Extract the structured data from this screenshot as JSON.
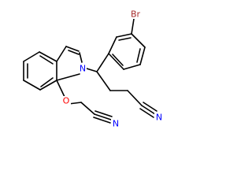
{
  "molecule": {
    "atom_labels": {
      "bromine": "Br",
      "indole_nitrogen": "N",
      "ether_oxygen": "O",
      "chain_nitrile_nitrogen": "N",
      "cyanomethyl_nitrile_nitrogen": "N"
    },
    "colors": {
      "bond": "#000000",
      "bromine": "#a52a2a",
      "nitrogen": "#0000ff",
      "oxygen": "#ff0000"
    }
  }
}
